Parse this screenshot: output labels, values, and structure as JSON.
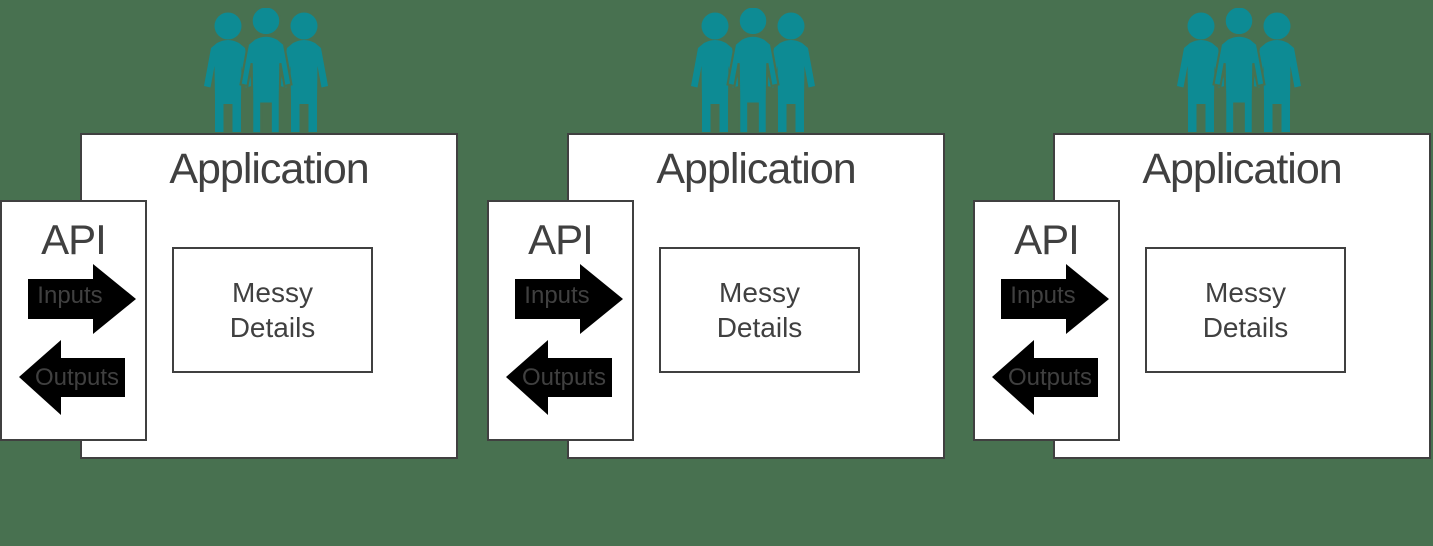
{
  "canvas": {
    "background_color": "#487150"
  },
  "colors": {
    "accent_teal": "#0d8b94",
    "line_gray": "#404040",
    "box_fill": "#ffffff"
  },
  "icons": {
    "users": "three-people-silhouette-group",
    "inputs_arrow": "right-block-arrow",
    "outputs_arrow": "left-block-arrow"
  },
  "units": [
    {
      "application_label": "Application",
      "api_label": "API",
      "inputs_label": "Inputs",
      "outputs_label": "Outputs",
      "messy_details_label": "Messy\nDetails"
    },
    {
      "application_label": "Application",
      "api_label": "API",
      "inputs_label": "Inputs",
      "outputs_label": "Outputs",
      "messy_details_label": "Messy\nDetails"
    },
    {
      "application_label": "Application",
      "api_label": "API",
      "inputs_label": "Inputs",
      "outputs_label": "Outputs",
      "messy_details_label": "Messy\nDetails"
    }
  ]
}
